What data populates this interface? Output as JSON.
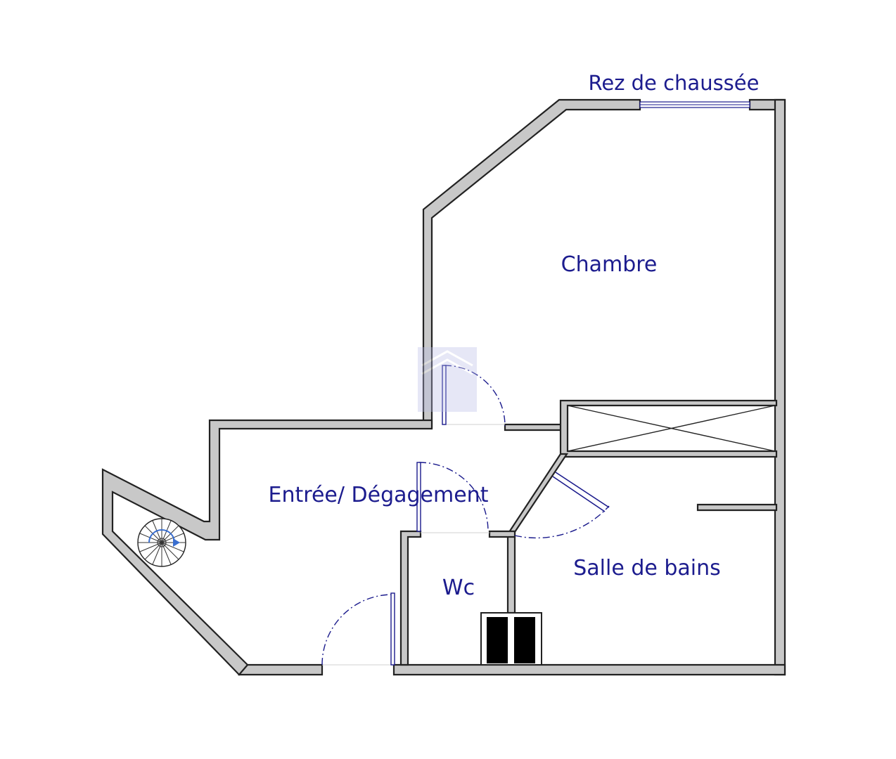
{
  "plan": {
    "title": "Rez de chaussée",
    "rooms": {
      "bedroom": "Chambre",
      "entry": "Entrée/ Dégagement",
      "wc": "Wc",
      "bathroom": "Salle de bains"
    }
  },
  "colors": {
    "label": "#1c1c8e",
    "wall_fill": "#c8c8c8",
    "wall_stroke": "#222222",
    "door_line": "#1a1a8c"
  }
}
